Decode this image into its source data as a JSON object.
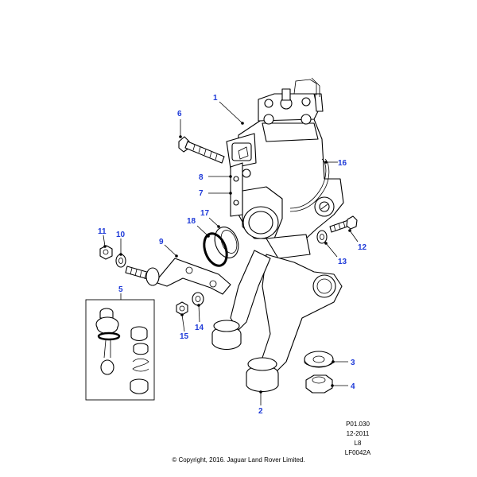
{
  "callouts": {
    "c1": "1",
    "c2": "2",
    "c3": "3",
    "c4": "4",
    "c5": "5",
    "c6": "6",
    "c7": "7",
    "c8": "8",
    "c9": "9",
    "c10": "10",
    "c11": "11",
    "c12": "12",
    "c13": "13",
    "c14": "14",
    "c15": "15",
    "c16": "16",
    "c17": "17",
    "c18": "18"
  },
  "info": {
    "code": "P01.030",
    "date": "12-2011",
    "model": "L8",
    "figure": "LF0042A"
  },
  "copyright": "© Copyright, 2016. Jaguar Land Rover Limited.",
  "colors": {
    "callout": "#1e3ad8",
    "line": "#000000",
    "background": "#ffffff"
  }
}
